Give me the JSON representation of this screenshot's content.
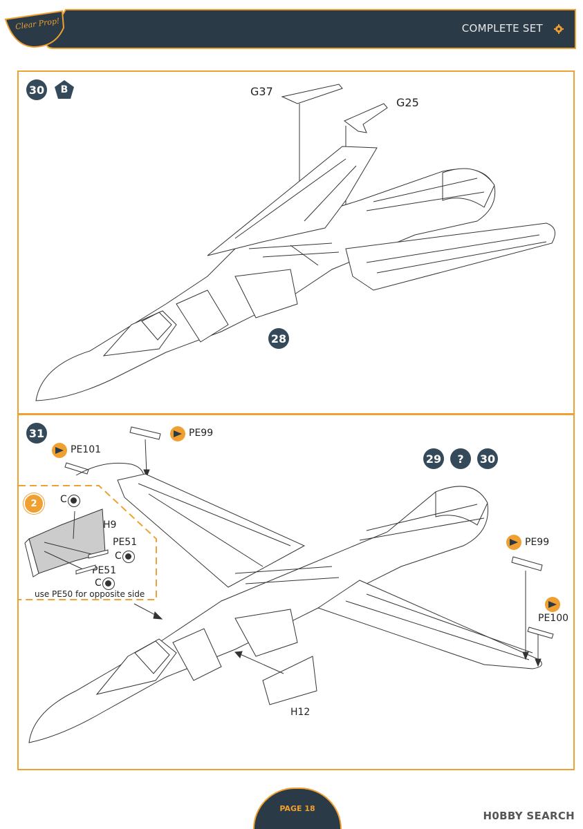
{
  "header": {
    "logo_text": "Clear Prop!",
    "title": "COMPLETE SET",
    "gear_icon": "gear-icon"
  },
  "step30": {
    "number": "30",
    "badge": "B",
    "parts": [
      "G37",
      "G25"
    ],
    "ref_step": "28"
  },
  "step31": {
    "number": "31",
    "sub_step": "2",
    "parts": {
      "pe101": "PE101",
      "pe99_top": "PE99",
      "pe99_right": "PE99",
      "pe100": "PE100",
      "h9": "H9",
      "pe51_a": "PE51",
      "pe51_b": "PE51",
      "h12": "H12",
      "c1": "C",
      "c2": "C",
      "c3": "C"
    },
    "note": "use PE50 for opposite side",
    "ref_steps": [
      "29",
      "?",
      "30"
    ]
  },
  "footer": {
    "page": "PAGE 18",
    "watermark": "H0BBY SEARCH"
  },
  "colors": {
    "dark": "#2b3a47",
    "accent": "#f0a030"
  }
}
